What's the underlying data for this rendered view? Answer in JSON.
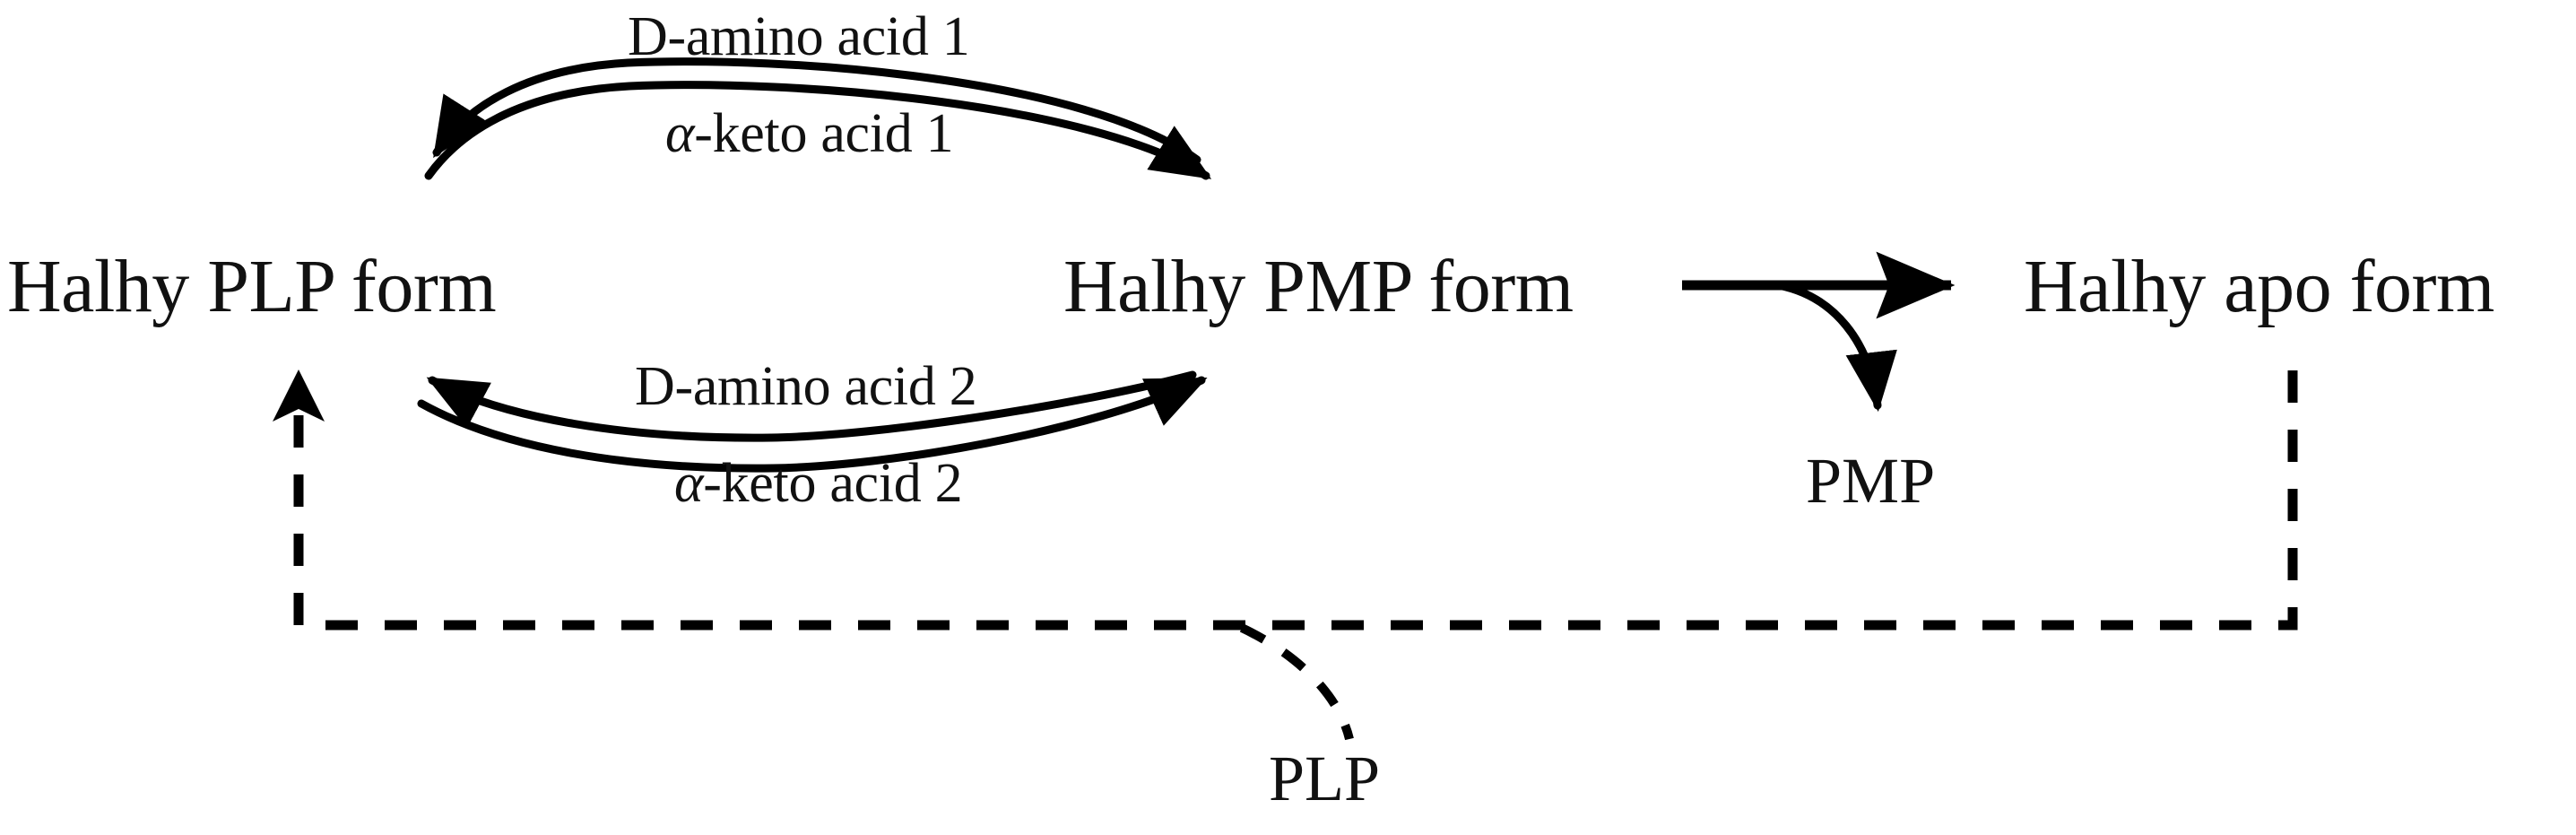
{
  "diagram": {
    "type": "reaction-scheme",
    "title": "Halhy transaminase ping-pong bi-bi reaction scheme",
    "background_color": "#ffffff",
    "stroke_color": "#000000",
    "nodes": [
      {
        "id": "plp_form",
        "label": "Halhy PLP form"
      },
      {
        "id": "pmp_form",
        "label": "Halhy PMP form"
      },
      {
        "id": "apo_form",
        "label": "Halhy apo form"
      }
    ],
    "cofactors": [
      {
        "id": "pmp_released",
        "label": "PMP"
      },
      {
        "id": "plp_rebound",
        "label": "PLP"
      }
    ],
    "arcs": [
      {
        "id": "top_pair",
        "direction": "bidirectional",
        "curve": "arc-up",
        "from": "plp_form",
        "to": "pmp_form",
        "forward_label": "D-amino acid 1",
        "reverse_label": "α-keto acid 1"
      },
      {
        "id": "bottom_pair",
        "direction": "bidirectional",
        "curve": "arc-down",
        "from": "pmp_form",
        "to": "plp_form",
        "forward_label": "D-amino acid 2",
        "reverse_label": "α-keto acid 2"
      }
    ],
    "labels": {
      "d_amino_acid_1": "D-amino acid 1",
      "keto_acid_1_alpha": "α",
      "keto_acid_1_rest": "-keto acid 1",
      "d_amino_acid_2": "D-amino acid 2",
      "keto_acid_2_alpha": "α",
      "keto_acid_2_rest": "-keto acid 2",
      "pmp": "PMP",
      "plp": "PLP",
      "plp_form": "Halhy PLP form",
      "pmp_form": "Halhy PMP form",
      "apo_form": "Halhy apo form"
    },
    "connectors": [
      {
        "id": "pmp_to_apo",
        "style": "solid",
        "kind": "straight-arrow",
        "from": "pmp_form",
        "to": "apo_form"
      },
      {
        "id": "pmp_release",
        "style": "solid",
        "kind": "curved-branch-arrow",
        "from": "pmp_to_apo",
        "to": "pmp_released"
      },
      {
        "id": "apo_recycle",
        "style": "dashed",
        "kind": "elbow-arrow",
        "from": "apo_form",
        "to": "plp_form"
      },
      {
        "id": "plp_binding",
        "style": "dashed",
        "kind": "curved-branch",
        "from": "apo_recycle",
        "to": "plp_rebound"
      }
    ]
  }
}
